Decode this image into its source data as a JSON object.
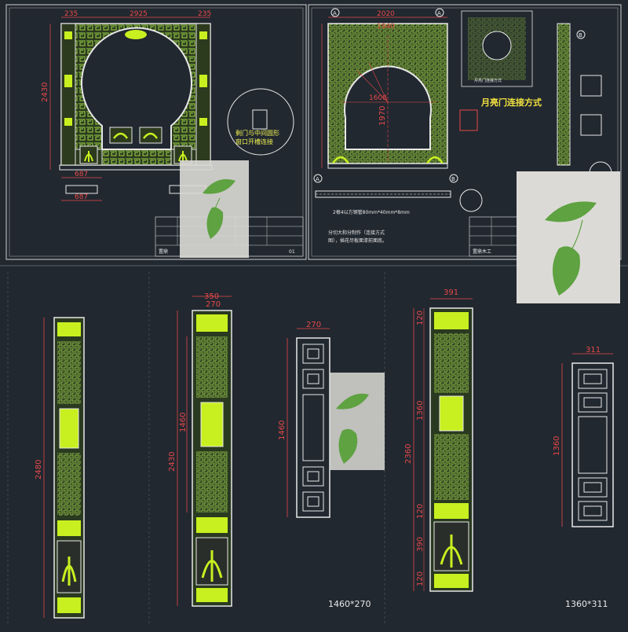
{
  "colors": {
    "background": "#212830",
    "frame": "#ffffff",
    "lattice": "#9cd64a",
    "bright": "#c8f020",
    "dimension": "#e84848",
    "axis": "#e84848",
    "note": "#f0f050",
    "photo": "#dcdad6",
    "leaf": "#5ea241"
  },
  "icons": [
    "leaf-photo-icon",
    "carved-flower-icon",
    "axis-bubble-icon"
  ],
  "top_left": {
    "width_dims": [
      "235",
      "2925",
      "235"
    ],
    "height_dim": "2430",
    "bottom_dims": [
      "687",
      "687"
    ],
    "joint_note": [
      "剩门与中间圆形",
      "窗口开槽连接"
    ]
  },
  "top_right": {
    "axes": [
      "A",
      "A",
      "B",
      "A",
      "B"
    ],
    "dims_top": [
      "2020",
      "1940"
    ],
    "dims_mid": [
      "1608",
      "1970"
    ],
    "bottom_label": "2根4以方钢管80mm*40mm*8mm",
    "note_lines": [
      "分切大和分制作（连接方式",
      "图），插花尽板面漆前面底。"
    ],
    "detail_title": "月亮门连接方式",
    "detail_caption": "月亮门连接方式"
  },
  "title_block": {
    "company_left": "置鼎",
    "company_right": "置鼎木工",
    "scale": "01"
  },
  "panels": [
    {
      "height_dim": "2480",
      "width_dim": ""
    },
    {
      "height_dim": "2430",
      "width_dims": [
        "350",
        "270"
      ],
      "inner_dim": "1460"
    },
    {
      "height_dim": "1460",
      "width_dim": "270",
      "caption": "1460*270"
    },
    {
      "height_dim": "2360",
      "width_dim": "391",
      "segment_dims": [
        "120",
        "1360",
        "120",
        "390",
        "120"
      ]
    },
    {
      "height_dim": "1360",
      "width_dim": "311",
      "caption": "1360*311"
    }
  ]
}
